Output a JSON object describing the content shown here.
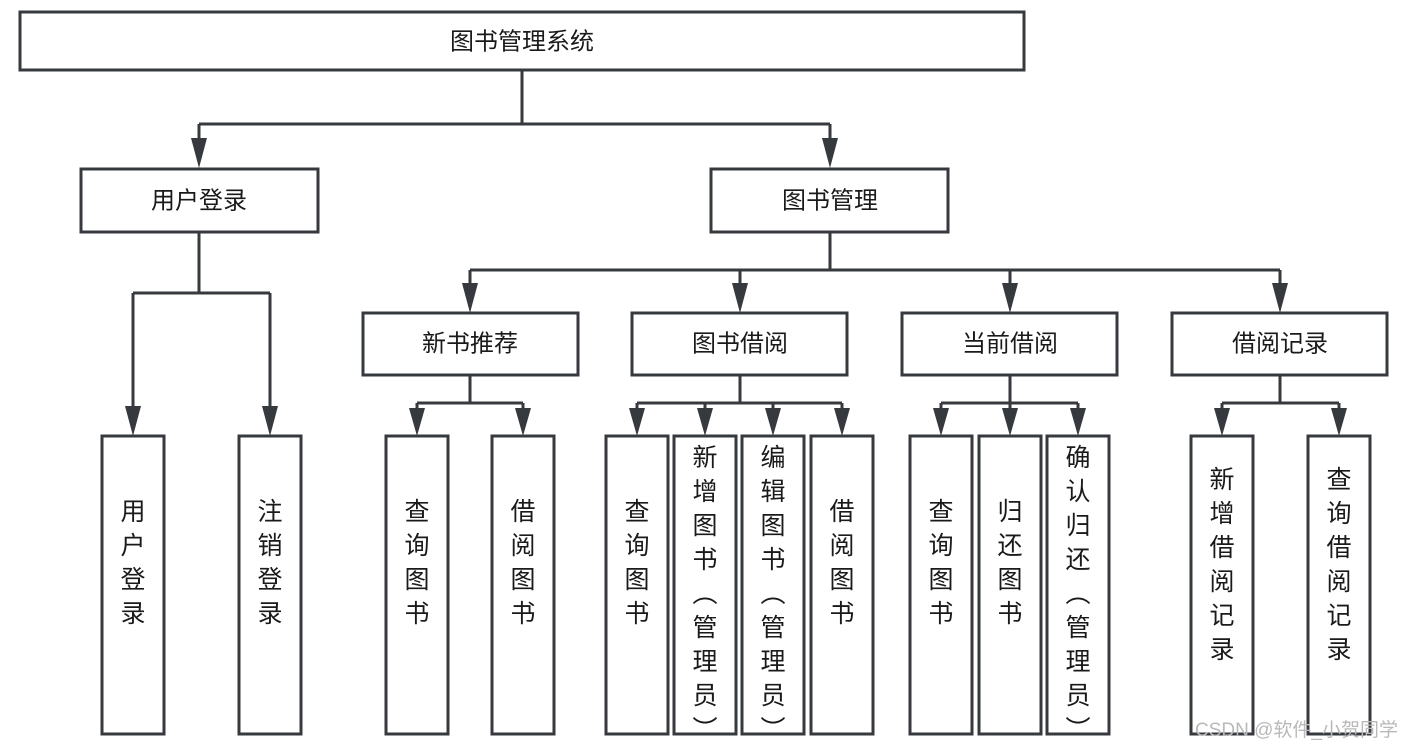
{
  "diagram": {
    "type": "tree-hierarchy",
    "title": "图书管理系统",
    "root": {
      "id": "root",
      "label": "图书管理系统"
    },
    "level2": [
      {
        "id": "user-login",
        "label": "用户登录"
      },
      {
        "id": "book-management",
        "label": "图书管理"
      }
    ],
    "level3": [
      {
        "id": "new-book-recommend",
        "label": "新书推荐",
        "parent": "book-management"
      },
      {
        "id": "book-borrow",
        "label": "图书借阅",
        "parent": "book-management"
      },
      {
        "id": "current-borrow",
        "label": "当前借阅",
        "parent": "book-management"
      },
      {
        "id": "borrow-record",
        "label": "借阅记录",
        "parent": "book-management"
      }
    ],
    "leaves": [
      {
        "id": "leaf-user-login",
        "label": "用户登录",
        "parent": "user-login"
      },
      {
        "id": "leaf-logout-login",
        "label": "注销登录",
        "parent": "user-login"
      },
      {
        "id": "leaf-query-book-1",
        "label": "查询图书",
        "parent": "new-book-recommend"
      },
      {
        "id": "leaf-borrow-book-1",
        "label": "借阅图书",
        "parent": "new-book-recommend"
      },
      {
        "id": "leaf-query-book-2",
        "label": "查询图书",
        "parent": "book-borrow"
      },
      {
        "id": "leaf-add-book",
        "label": "新增图书（管理员）",
        "parent": "book-borrow"
      },
      {
        "id": "leaf-edit-book",
        "label": "编辑图书（管理员）",
        "parent": "book-borrow"
      },
      {
        "id": "leaf-borrow-book-2",
        "label": "借阅图书",
        "parent": "book-borrow"
      },
      {
        "id": "leaf-query-book-3",
        "label": "查询图书",
        "parent": "current-borrow"
      },
      {
        "id": "leaf-return-book",
        "label": "归还图书",
        "parent": "current-borrow"
      },
      {
        "id": "leaf-confirm-return",
        "label": "确认归还（管理员）",
        "parent": "current-borrow"
      },
      {
        "id": "leaf-add-record",
        "label": "新增借阅记录",
        "parent": "borrow-record"
      },
      {
        "id": "leaf-query-record",
        "label": "查询借阅记录",
        "parent": "borrow-record"
      }
    ]
  },
  "watermark": {
    "text": "CSDN @软件_小贺同学"
  },
  "colors": {
    "stroke": "#36393d",
    "box_fill": "#ffffff",
    "text": "#1a1a1a",
    "watermark": "#b9b9b9",
    "background": "#ffffff"
  }
}
